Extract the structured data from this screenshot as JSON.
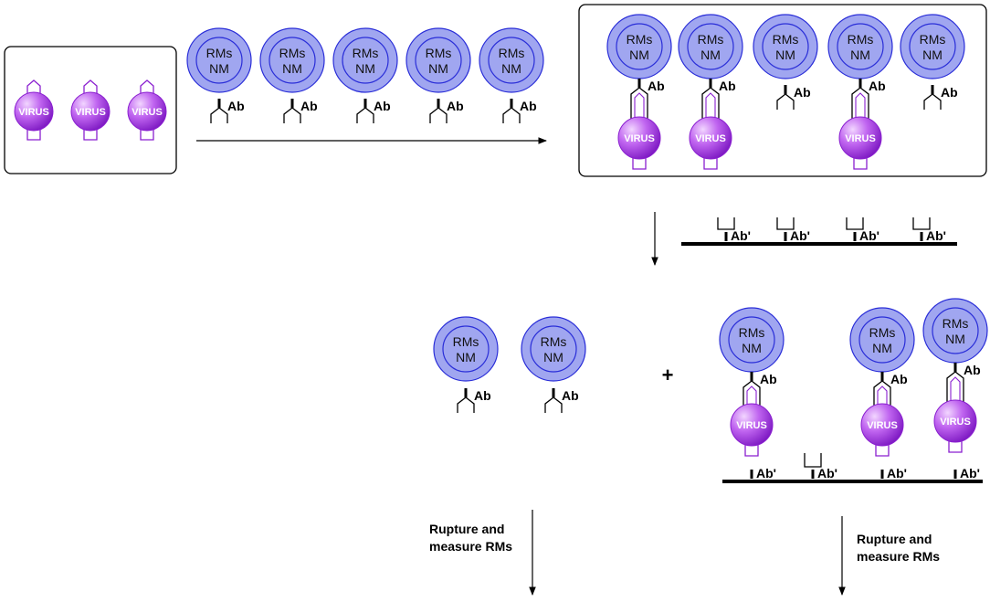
{
  "labels": {
    "nm_line1": "RMs",
    "nm_line2": "NM",
    "virus": "VIRUS",
    "antibody": "Ab",
    "capture_antibody": "Ab'",
    "plus": "+",
    "caption1_line1": "Rupture and",
    "caption1_line2": "measure RMs",
    "caption2_line1": "Rupture and",
    "caption2_line2": "measure RMs"
  },
  "colors": {
    "nanomaterial_fill": "#a0a6f0",
    "nanomaterial_stroke": "#2a2ed8",
    "virus_light": "#f2d6ff",
    "virus_dark": "#8a1fd0",
    "virus_text": "#ffffff",
    "line": "#000000"
  }
}
